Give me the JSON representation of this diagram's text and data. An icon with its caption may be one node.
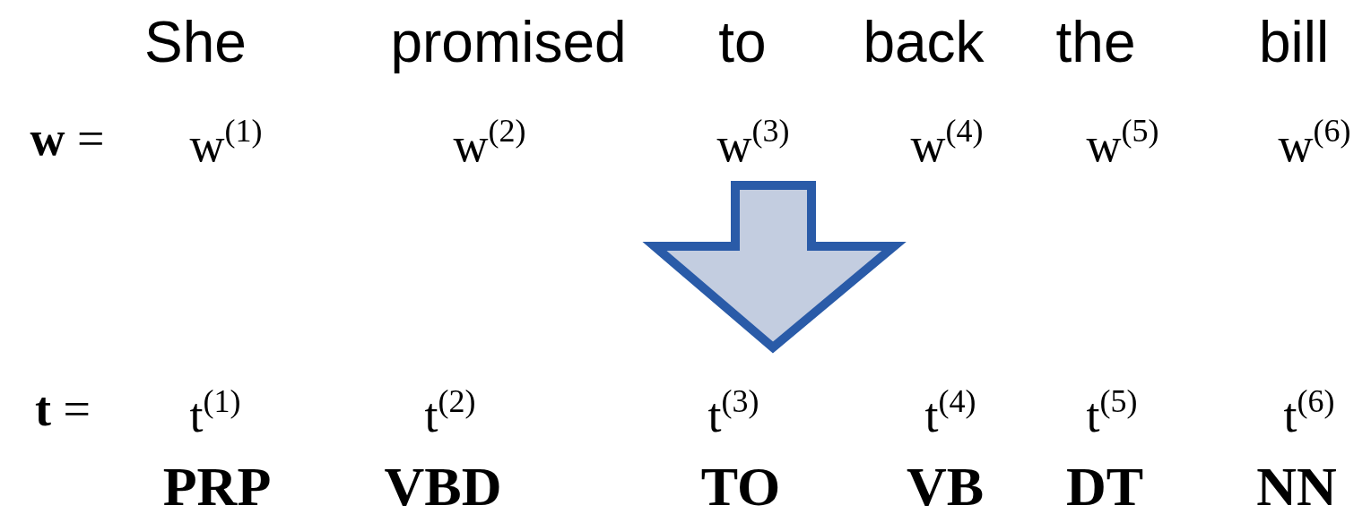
{
  "diagram": {
    "labels": [
      "She",
      "promised",
      "to",
      "back",
      "the",
      "bill",
      "**w** =",
      "w$^{(1)}$",
      "w$^{(2)}$",
      "w$^{(3)}$",
      "w$^{(4)}$",
      "w$^{(5)}$",
      "w$^{(6)}$",
      "**t** =",
      "t$^{(1)}$",
      "t$^{(2)}$",
      "t$^{(3)}$",
      "t$^{(4)}$",
      "t$^{(5)}$",
      "t$^{(6)}$",
      "PRP",
      "VBD",
      "TO",
      "VB",
      "DT",
      "NN"
    ]
  }
}
